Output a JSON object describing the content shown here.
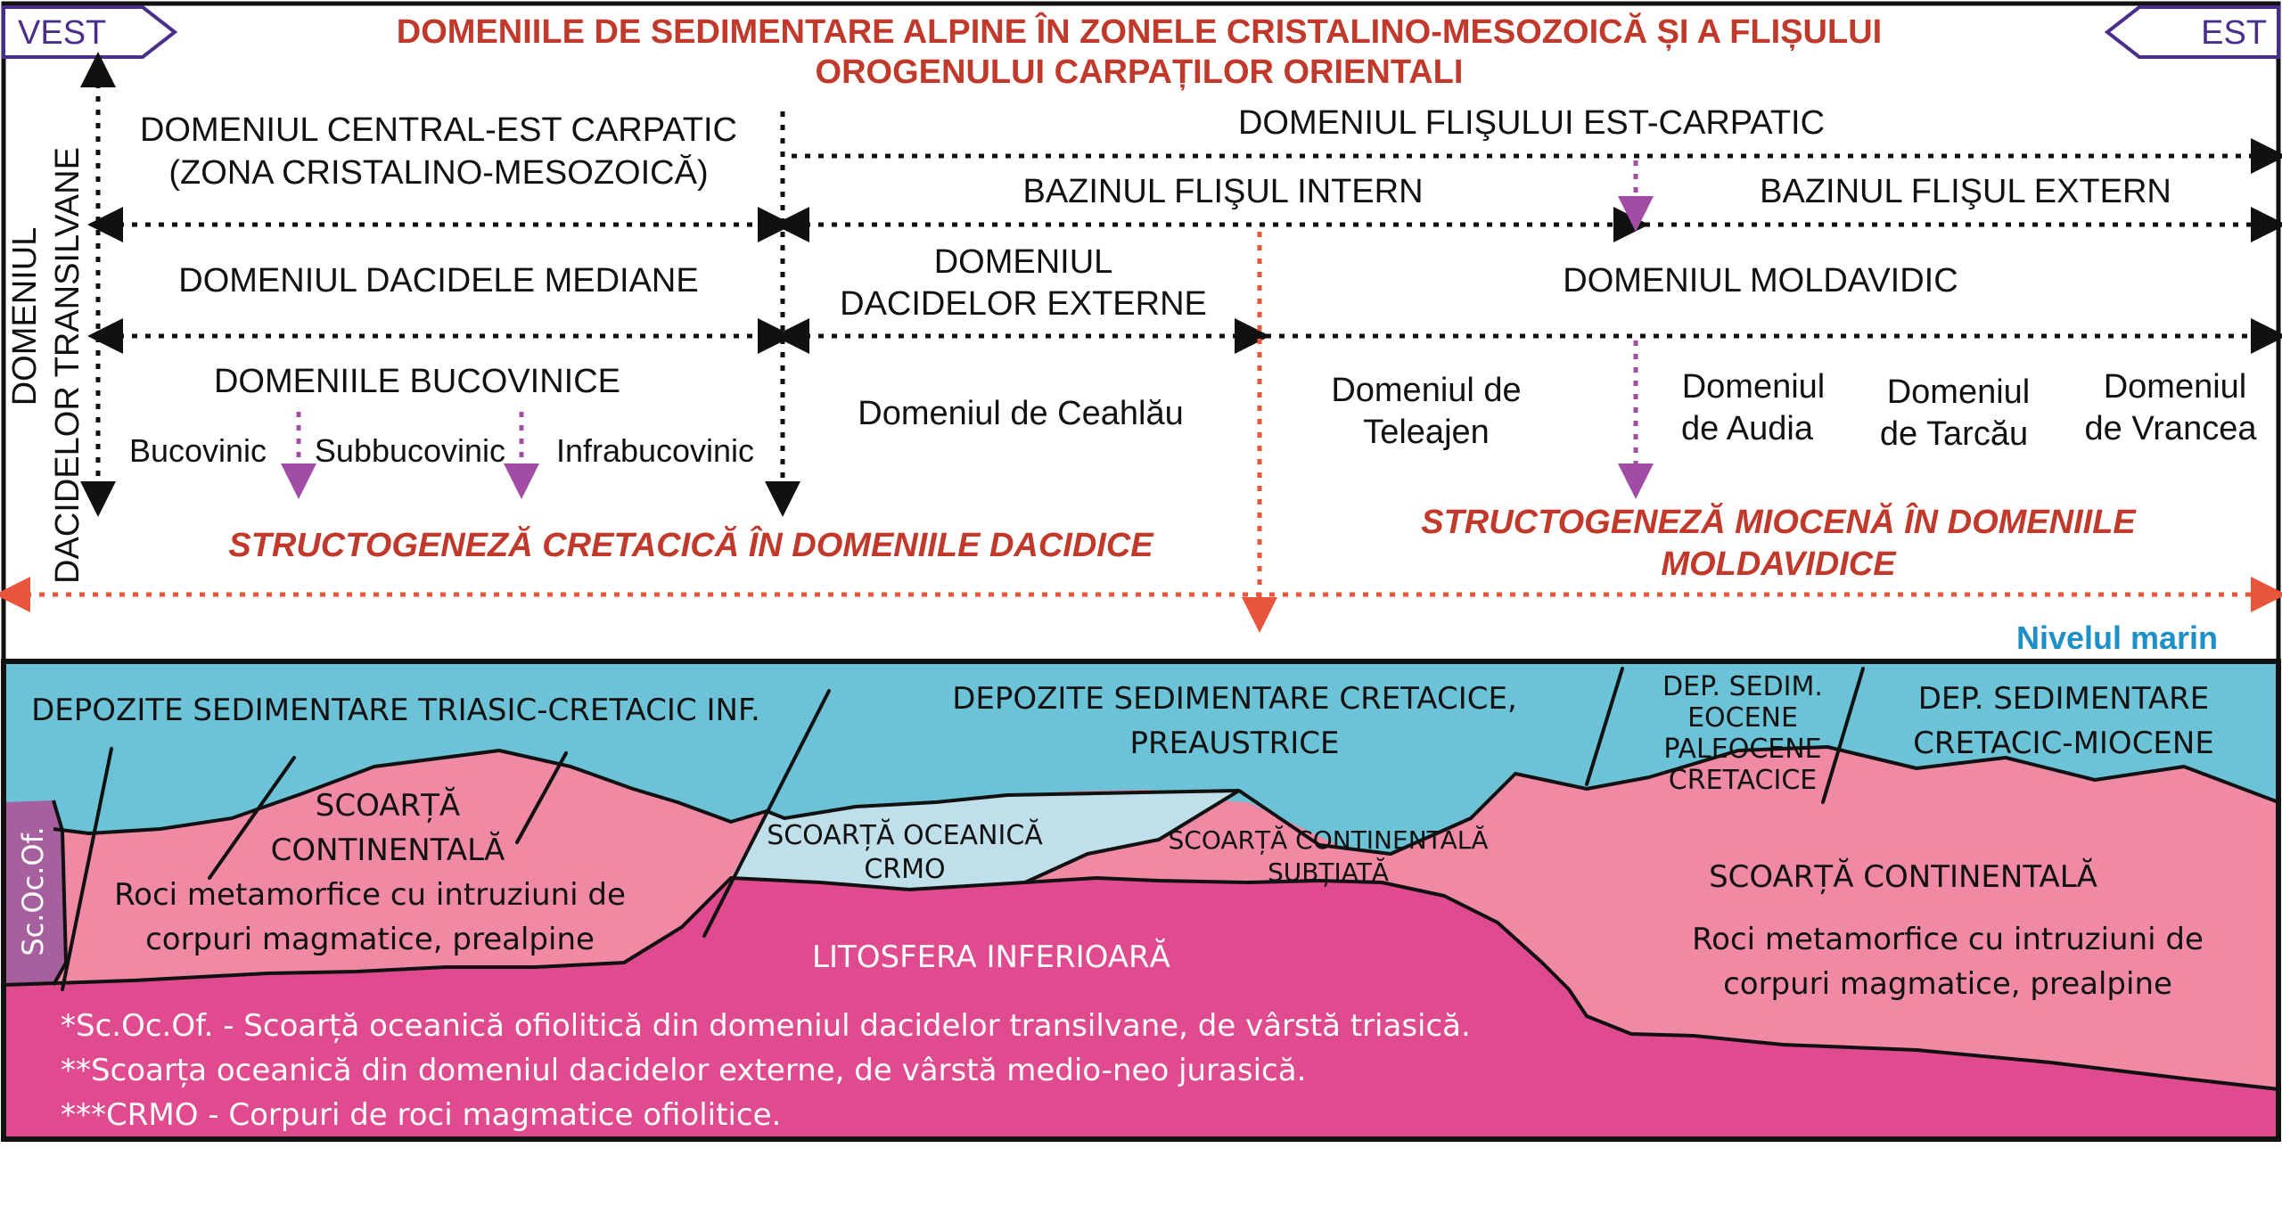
{
  "colors": {
    "title_red": "#c0392b",
    "arrow_black": "#111111",
    "arrow_magenta": "#a24ca6",
    "arrow_red": "#e8553a",
    "sea": "#6cc2d7",
    "crust_pink": "#f08aa4",
    "oceanic_light": "#bfe0ea",
    "lithosphere": "#e04a8e",
    "ophiolite": "#a6609e",
    "sea_level_text": "#1f8fc7"
  },
  "compass": {
    "west": "VEST",
    "east": "EST"
  },
  "title": {
    "line1": "DOMENIILE DE SEDIMENTARE ALPINE ÎN ZONELE CRISTALINO-MESOZOICĂ ȘI A FLIȘULUI",
    "line2": "OROGENULUI CARPAȚILOR ORIENTALI"
  },
  "side_label": {
    "line1": "DOMENIUL",
    "line2": "DACIDELOR TRANSILVANE"
  },
  "domains": {
    "central_east_line1": "DOMENIUL CENTRAL-EST CARPATIC",
    "central_east_line2": "(ZONA CRISTALINO-MESOZOICĂ)",
    "flysch": "DOMENIUL FLIŞULUI EST-CARPATIC",
    "inner_flysch": "BAZINUL FLIŞUL INTERN",
    "outer_flysch": "BAZINUL FLIŞUL EXTERN",
    "median_dacides": "DOMENIUL DACIDELE MEDIANE",
    "outer_dacides_line1": "DOMENIUL",
    "outer_dacides_line2": "DACIDELOR EXTERNE",
    "moldavidic": "DOMENIUL MOLDAVIDIC",
    "bucovinian": "DOMENIILE BUCOVINICE",
    "bucovinic": "Bucovinic",
    "subbucovinic": "Subbucovinic",
    "infrabucovinic": "Infrabucovinic",
    "ceahlau": "Domeniul de Ceahlău",
    "teleajen_line1": "Domeniul de",
    "teleajen_line2": "Teleajen",
    "audia_line1": "Domeniul",
    "audia_line2": "de Audia",
    "tarcau_line1": "Domeniul",
    "tarcau_line2": "de Tarcău",
    "vrancea_line1": "Domeniul",
    "vrancea_line2": "de Vrancea"
  },
  "structogenesis": {
    "cretaceous": "STRUCTOGENEZĂ CRETACICĂ ÎN DOMENIILE DACIDICE",
    "miocene_line1": "STRUCTOGENEZĂ MIOCENĂ ÎN DOMENIILE",
    "miocene_line2": "MOLDAVIDICE"
  },
  "section": {
    "sea_level": "Nivelul marin",
    "dep_triassic": "DEPOZITE SEDIMENTARE TRIASIC-CRETACIC INF.",
    "dep_cretaceous_line1": "DEPOZITE SEDIMENTARE CRETACICE,",
    "dep_cretaceous_line2": "PREAUSTRICE",
    "dep_eocene_line1": "DEP. SEDIM.",
    "dep_eocene_line2": "EOCENE",
    "dep_eocene_line3": "PALEOCENE",
    "dep_eocene_line4": "CRETACICE",
    "dep_miocene_line1": "DEP. SEDIMENTARE",
    "dep_miocene_line2": "CRETACIC-MIOCENE",
    "crust_west_line1": "SCOARȚĂ",
    "crust_west_line2": "CONTINENTALĂ",
    "meta_west_line1": "Roci metamorfice cu intruziuni de",
    "meta_west_line2": "corpuri magmatice, prealpine",
    "oceanic_line1": "SCOARȚĂ OCEANICĂ",
    "oceanic_line2": "CRMO",
    "thin_crust_line1": "SCOARȚĂ CONTINENTALĂ",
    "thin_crust_line2": "SUBȚIATĂ",
    "crust_east": "SCOARȚĂ CONTINENTALĂ",
    "meta_east_line1": "Roci metamorfice cu intruziuni de",
    "meta_east_line2": "corpuri magmatice, prealpine",
    "lithosphere": "LITOSFERA INFERIOARĂ",
    "ophiolite": "Sc.Oc.Of."
  },
  "notes": [
    "*Sc.Oc.Of. - Scoarță oceanică ofiolitică din domeniul dacidelor transilvane, de vârstă triasică.",
    "**Scoarța oceanică din domeniul dacidelor externe, de vârstă medio-neo jurasică.",
    "***CRMO - Corpuri de roci magmatice ofiolitice."
  ]
}
